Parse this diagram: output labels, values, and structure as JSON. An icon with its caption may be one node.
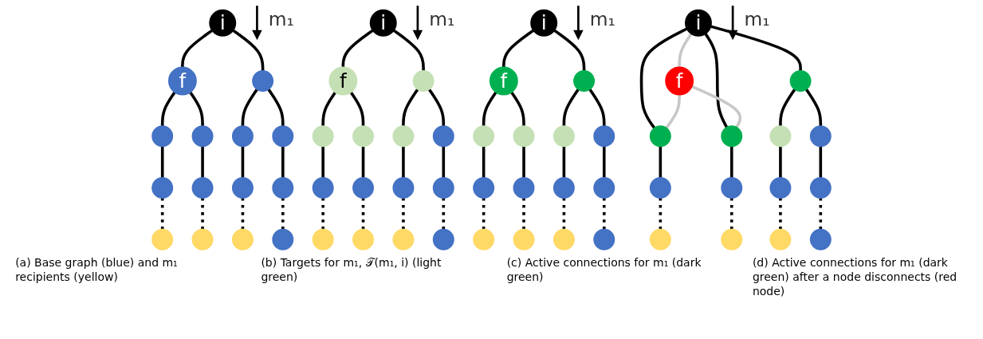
{
  "diagram": {
    "nodes": [
      {
        "text": [
          "i"
        ],
        "beside": [
          "m₁"
        ]
      },
      {
        "text": [
          "f"
        ]
      },
      {
        "text": [],
        "shape": "circle"
      },
      {
        "text": [],
        "shape": "circle"
      },
      {
        "text": [],
        "shape": "circle"
      },
      {
        "text": [],
        "shape": "circle"
      },
      {
        "text": [],
        "shape": "circle"
      },
      {
        "text": [],
        "shape": "circle"
      },
      {
        "text": [],
        "shape": "circle"
      },
      {
        "text": [],
        "shape": "circle"
      },
      {
        "text": [],
        "shape": "circle"
      },
      {
        "text": [],
        "shape": "circle"
      },
      {
        "text": [],
        "shape": "circle"
      },
      {
        "text": [],
        "shape": "circle"
      },
      {
        "text": [],
        "shape": "circle"
      },
      {
        "text": [
          "i"
        ],
        "beside": [
          "m₁"
        ]
      },
      {
        "text": [
          "f"
        ]
      },
      {
        "text": [],
        "shape": "circle"
      },
      {
        "text": [],
        "shape": "circle"
      },
      {
        "text": [],
        "shape": "circle"
      },
      {
        "text": [],
        "shape": "circle"
      },
      {
        "text": [],
        "shape": "circle"
      },
      {
        "text": [],
        "shape": "circle"
      },
      {
        "text": [],
        "shape": "circle"
      },
      {
        "text": [],
        "shape": "circle"
      },
      {
        "text": [],
        "shape": "circle"
      },
      {
        "text": [],
        "shape": "circle"
      },
      {
        "text": [],
        "shape": "circle"
      },
      {
        "text": [],
        "shape": "circle"
      },
      {
        "text": [],
        "shape": "circle"
      },
      {
        "text": [
          "i"
        ],
        "beside": [
          "m₁"
        ]
      },
      {
        "text": [
          "f"
        ]
      },
      {
        "text": [],
        "shape": "circle"
      },
      {
        "text": [],
        "shape": "circle"
      },
      {
        "text": [],
        "shape": "circle"
      },
      {
        "text": [],
        "shape": "circle"
      },
      {
        "text": [],
        "shape": "circle"
      },
      {
        "text": [],
        "shape": "circle"
      },
      {
        "text": [],
        "shape": "circle"
      },
      {
        "text": [],
        "shape": "circle"
      },
      {
        "text": [],
        "shape": "circle"
      },
      {
        "text": [],
        "shape": "circle"
      },
      {
        "text": [],
        "shape": "circle"
      },
      {
        "text": [],
        "shape": "circle"
      },
      {
        "text": [],
        "shape": "circle"
      },
      {
        "text": [
          "i"
        ],
        "beside": [
          "m₁"
        ]
      },
      {
        "text": [
          "f"
        ]
      },
      {
        "text": [],
        "shape": "circle"
      },
      {
        "text": [],
        "shape": "circle"
      },
      {
        "text": [],
        "shape": "circle"
      },
      {
        "text": [],
        "shape": "circle"
      },
      {
        "text": [],
        "shape": "circle"
      },
      {
        "text": [],
        "shape": "circle"
      },
      {
        "text": [],
        "shape": "circle"
      },
      {
        "text": [],
        "shape": "circle"
      },
      {
        "text": [],
        "shape": "circle"
      },
      {
        "text": [],
        "shape": "circle"
      },
      {
        "text": [],
        "shape": "circle"
      },
      {
        "text": [],
        "shape": "circle"
      },
      {
        "text": [],
        "shape": "circle"
      }
    ],
    "edges": [
      {
        "from": 0,
        "to": 1,
        "arrow": "none"
      },
      {
        "from": 0,
        "to": 2,
        "arrow": "none"
      },
      {
        "from": 1,
        "to": 3,
        "arrow": "none"
      },
      {
        "from": 1,
        "to": 4,
        "arrow": "none"
      },
      {
        "from": 2,
        "to": 5,
        "arrow": "none"
      },
      {
        "from": 2,
        "to": 6,
        "arrow": "none"
      },
      {
        "from": 3,
        "to": 7,
        "arrow": "none"
      },
      {
        "from": 4,
        "to": 8,
        "arrow": "none"
      },
      {
        "from": 5,
        "to": 9,
        "arrow": "none"
      },
      {
        "from": 6,
        "to": 10,
        "arrow": "none"
      },
      {
        "from": 7,
        "to": 11,
        "arrow": "none",
        "style": "dashed"
      },
      {
        "from": 8,
        "to": 12,
        "arrow": "none",
        "style": "dashed"
      },
      {
        "from": 9,
        "to": 13,
        "arrow": "none",
        "style": "dashed"
      },
      {
        "from": 10,
        "to": 14,
        "arrow": "none",
        "style": "dashed"
      },
      {
        "from": 15,
        "to": 16,
        "arrow": "none"
      },
      {
        "from": 15,
        "to": 17,
        "arrow": "none"
      },
      {
        "from": 16,
        "to": 18,
        "arrow": "none"
      },
      {
        "from": 16,
        "to": 19,
        "arrow": "none"
      },
      {
        "from": 17,
        "to": 20,
        "arrow": "none"
      },
      {
        "from": 17,
        "to": 21,
        "arrow": "none"
      },
      {
        "from": 18,
        "to": 22,
        "arrow": "none"
      },
      {
        "from": 19,
        "to": 23,
        "arrow": "none"
      },
      {
        "from": 20,
        "to": 24,
        "arrow": "none"
      },
      {
        "from": 21,
        "to": 25,
        "arrow": "none"
      },
      {
        "from": 22,
        "to": 26,
        "arrow": "none",
        "style": "dashed"
      },
      {
        "from": 23,
        "to": 27,
        "arrow": "none",
        "style": "dashed"
      },
      {
        "from": 24,
        "to": 28,
        "arrow": "none",
        "style": "dashed"
      },
      {
        "from": 25,
        "to": 29,
        "arrow": "none",
        "style": "dashed"
      },
      {
        "from": 30,
        "to": 31,
        "arrow": "none"
      },
      {
        "from": 30,
        "to": 32,
        "arrow": "none"
      },
      {
        "from": 31,
        "to": 33,
        "arrow": "none"
      },
      {
        "from": 31,
        "to": 34,
        "arrow": "none"
      },
      {
        "from": 32,
        "to": 35,
        "arrow": "none"
      },
      {
        "from": 32,
        "to": 36,
        "arrow": "none"
      },
      {
        "from": 33,
        "to": 37,
        "arrow": "none"
      },
      {
        "from": 34,
        "to": 38,
        "arrow": "none"
      },
      {
        "from": 35,
        "to": 39,
        "arrow": "none"
      },
      {
        "from": 36,
        "to": 40,
        "arrow": "none"
      },
      {
        "from": 37,
        "to": 41,
        "arrow": "none",
        "style": "dashed"
      },
      {
        "from": 38,
        "to": 42,
        "arrow": "none",
        "style": "dashed"
      },
      {
        "from": 39,
        "to": 43,
        "arrow": "none",
        "style": "dashed"
      },
      {
        "from": 40,
        "to": 44,
        "arrow": "none",
        "style": "dashed"
      },
      {
        "from": 45,
        "to": 46,
        "arrow": "none",
        "color": "#c8c8c8"
      },
      {
        "from": 45,
        "to": 47,
        "arrow": "none"
      },
      {
        "from": 45,
        "to": 48,
        "arrow": "none"
      },
      {
        "from": 45,
        "to": 49,
        "arrow": "none"
      },
      {
        "from": 46,
        "to": 48,
        "arrow": "none",
        "color": "#c8c8c8"
      },
      {
        "from": 46,
        "to": 49,
        "arrow": "none",
        "color": "#c8c8c8"
      },
      {
        "from": 47,
        "to": 50,
        "arrow": "none"
      },
      {
        "from": 47,
        "to": 51,
        "arrow": "none"
      },
      {
        "from": 48,
        "to": 52,
        "arrow": "none"
      },
      {
        "from": 49,
        "to": 53,
        "arrow": "none"
      },
      {
        "from": 50,
        "to": 54,
        "arrow": "none"
      },
      {
        "from": 51,
        "to": 55,
        "arrow": "none"
      },
      {
        "from": 52,
        "to": 56,
        "arrow": "none",
        "style": "dashed"
      },
      {
        "from": 53,
        "to": 57,
        "arrow": "none",
        "style": "dashed"
      },
      {
        "from": 54,
        "to": 58,
        "arrow": "none",
        "style": "dashed"
      },
      {
        "from": 55,
        "to": 59,
        "arrow": "none",
        "style": "dashed"
      }
    ],
    "labels": [
      "(a) Base graph (blue) and m₁ recipients (yellow)",
      "(b) Targets for m₁, 𝒯(m₁, i) (light green)",
      "(c) Active connections for m₁ (dark green)",
      "(d) Active connections for m₁ (dark green) after a node disconnects (red node)"
    ]
  }
}
